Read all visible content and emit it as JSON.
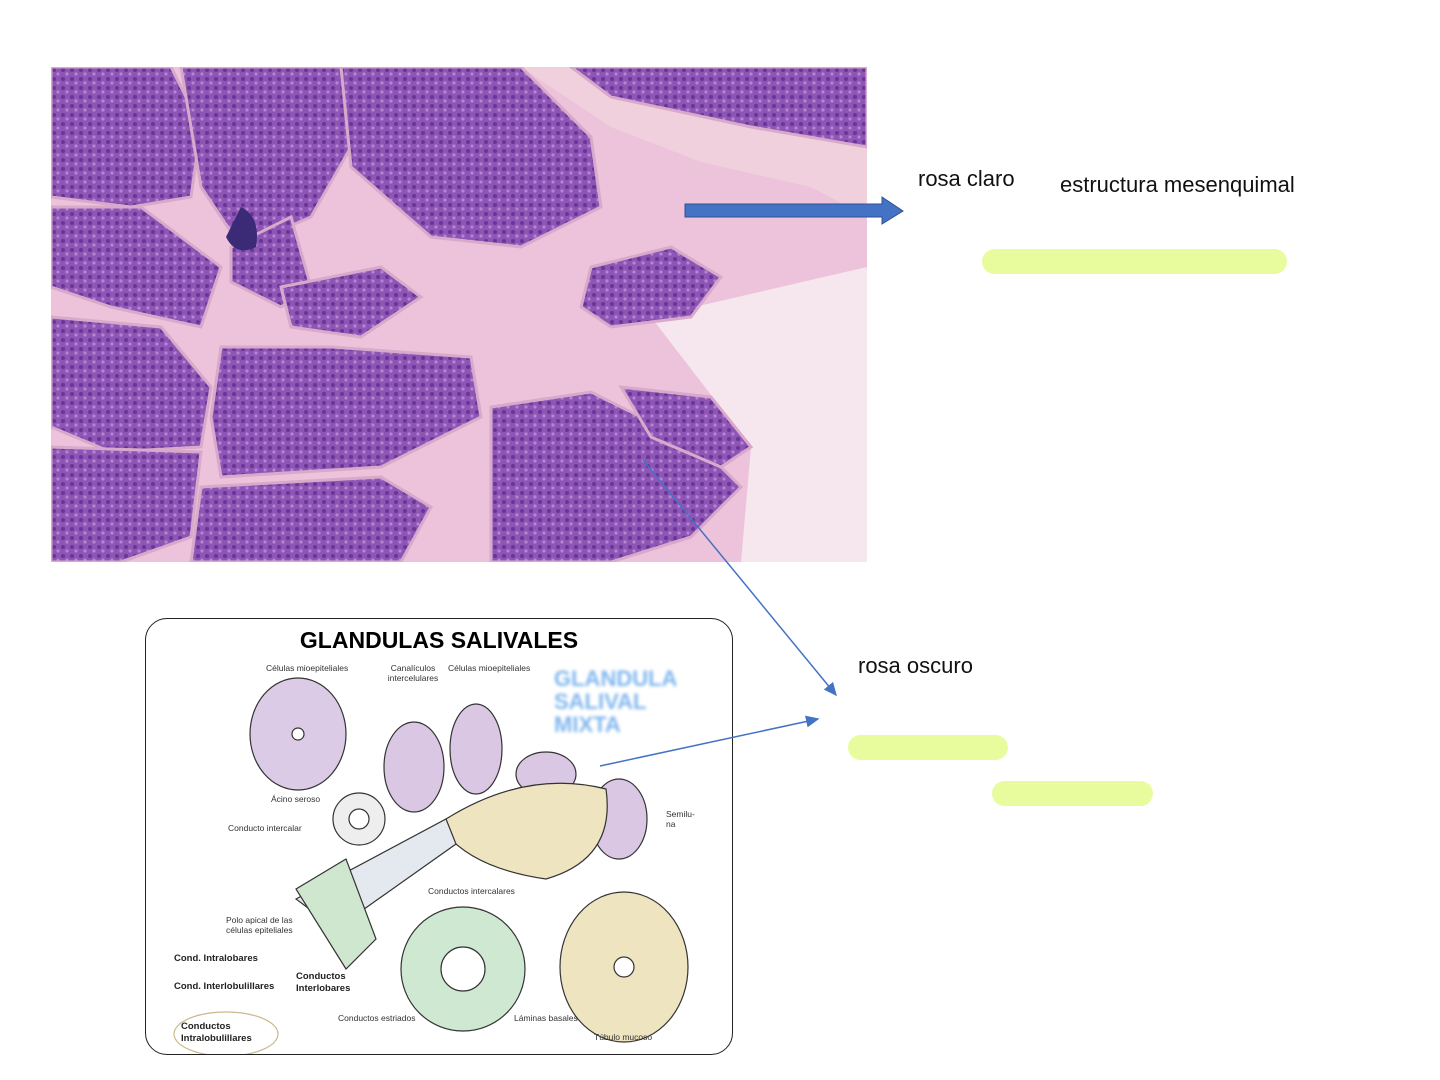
{
  "labels": {
    "rosa_claro": "rosa claro",
    "estructura_mesenquimal": "estructura mesenquimal",
    "rosa_oscuro": "rosa oscuro"
  },
  "diagram": {
    "title": "GLANDULAS SALIVALES",
    "watermark": "GLANDULA SALIVAL MIXTA",
    "watermark_lines": [
      "GLANDULA",
      "SALIVAL",
      "MIXTA"
    ],
    "labels": {
      "celulas_mioepiteliales_1": "Células mioepiteliales",
      "canaliculos": "Canalículos intercelulares",
      "celulas_mioepiteliales_2": "Células mioepiteliales",
      "acino_seroso": "Ácino seroso",
      "conducto_intercalar": "Conducto intercalar",
      "semiluna": "Semilu- na",
      "conductos_intercalares": "Conductos intercalares",
      "polo_apical": "Polo apical de las células epiteliales",
      "cond_intralobares": "Cond. Intralobares",
      "cond_interlobulillares": "Cond. Interlobulillares",
      "conductos_interlobares": "Conductos Interlobares",
      "conductos_intralobulillares": "Conductos Intralobulillares",
      "conductos_estriados": "Conductos estriados",
      "laminas_basales": "Láminas basales",
      "tubulo_mucoso": "Túbulo mucoso"
    }
  },
  "colors": {
    "arrow": "#4472c4",
    "highlight": "#e8fc9e",
    "tissue_dark": "#8a4fb0",
    "tissue_light": "#efc6dc"
  }
}
